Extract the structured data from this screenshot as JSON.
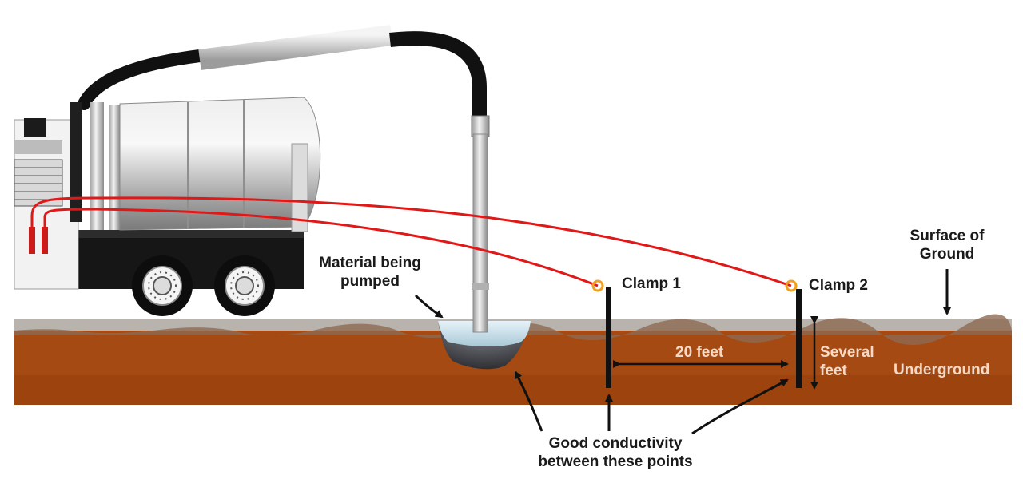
{
  "labels": {
    "material": [
      "Material being",
      "pumped"
    ],
    "clamp1": "Clamp 1",
    "clamp2": "Clamp 2",
    "surface": [
      "Surface of",
      "Ground"
    ],
    "distance": "20 feet",
    "depth": [
      "Several",
      "feet"
    ],
    "underground": "Underground",
    "conductivity": [
      "Good conductivity",
      "between these points"
    ]
  },
  "colors": {
    "soil": "#a44a12",
    "surface_crust": "#b8b3ac",
    "cable": "#e01818",
    "clamp": "#f0a020",
    "tank": "#c8c8c8",
    "hose": "#111111"
  },
  "icons": [
    "vacuum-truck-icon",
    "wheel-icon",
    "ground-rod-icon",
    "clamp-icon",
    "arrow-icon"
  ]
}
